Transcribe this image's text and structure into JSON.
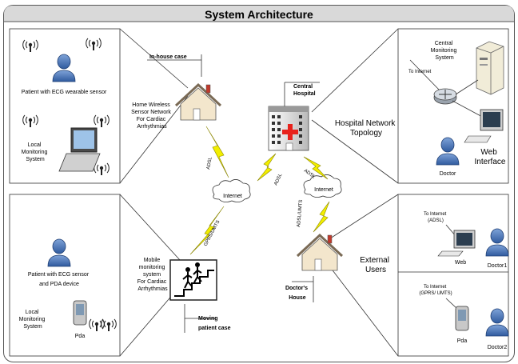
{
  "title": "System Architecture",
  "labels": {
    "in_house_case": "In-house case",
    "home_network": [
      "Home Wireless",
      "Sensor Network",
      "For Cardiac",
      "Arrhythmias"
    ],
    "patient_ecg_wearable": "Patient with ECG  wearable sensor",
    "local_monitoring_1": [
      "Local",
      "Monitoring",
      "System"
    ],
    "central_hospital": [
      "Central",
      "Hospital"
    ],
    "central_monitoring": [
      "Central",
      "Monitoring",
      "System"
    ],
    "to_internet_1": "To Internet",
    "hospital_topology": [
      "Hospital Network",
      "Topology"
    ],
    "doctor": "Doctor",
    "web_interface": [
      "Web",
      "Interface"
    ],
    "internet_1": "Internet",
    "internet_2": "Internet",
    "adsl_1": "ADSL",
    "adsl_2": "ADSL",
    "adsl_3": "ADSL",
    "adsl_umts": "ADSL/UMTS",
    "gprs_umts": "GPRS/UMTS",
    "patient_ecg_pda": [
      "Patient with ECG sensor",
      "and PDA device"
    ],
    "local_monitoring_2": [
      "Local",
      "Monitoring",
      "System"
    ],
    "pda_1": "Pda",
    "mobile_system": [
      "Mobile",
      "monitoring",
      "system",
      "For Cardiac",
      "Arrhythmias"
    ],
    "moving_case": [
      "Moving",
      "patient case"
    ],
    "doctors_house": [
      "Doctor's",
      "House"
    ],
    "external_users": [
      "External",
      "Users"
    ],
    "to_internet_adsl": [
      "To Internet",
      "(ADSL)"
    ],
    "web": "Web",
    "doctor1": "Doctor1",
    "to_internet_gprs": [
      "To Internet",
      "(GPRS/ UMTS)"
    ],
    "pda_2": "Pda",
    "doctor2": "Doctor2"
  },
  "colors": {
    "title_bar": "#d9d9d9",
    "bolt": "#f2ee00",
    "person": "#4a74b5",
    "cross": "#e8221c"
  }
}
